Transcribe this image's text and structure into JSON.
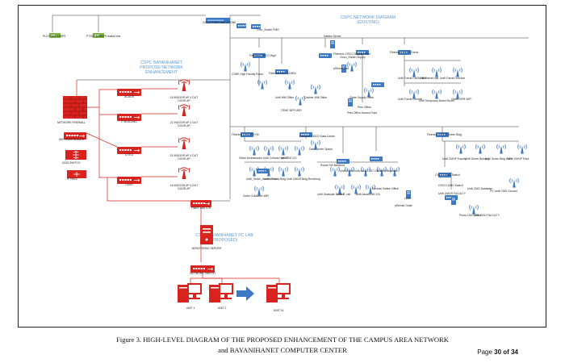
{
  "diagram": {
    "sections": {
      "existing": [
        "CSPC NETWORK DIAGRAM",
        "(EXISTING)"
      ],
      "proposed": [
        "CSPC BAYANIHANET",
        "PROPOSE NETWORK",
        "ENHANCEMENT"
      ],
      "pclab": [
        "CSPC BAYANIHANET PC LAB",
        "(PROPOSED)"
      ]
    },
    "isp": [
      {
        "label": "PLDT SME 10BPS"
      },
      {
        "label": "PTSET 50MBPS leased line"
      }
    ],
    "backbone": "CISCO FIBER BACKBONE",
    "core_switch": "Core_Switch FMO",
    "left_stack": {
      "firewall": "NETWORK FIREWALL",
      "wifi_controller": "WIFI CONTROLLER",
      "icns_switch": "ICNS SWITCH",
      "ip_pabx": "IP PABX"
    },
    "proposed_sites": [
      {
        "switch": "ACADS",
        "ap": "16 INDOOR AP 4 OUT DOOR AP"
      },
      {
        "switch": "IT BUILDING",
        "ap": "21 INDOOR AP 4 OUT DOOR AP"
      },
      {
        "switch": "CITED",
        "ap": "21 INDOOR AP 4 OUT DOOR AP"
      },
      {
        "switch": "CEAS",
        "ap": "16 INDOOR AP 4 OUT DOOR AP"
      }
    ],
    "fiber_switch": "FIBER SWITCH",
    "monitoring_server": "MONITORING SERVER",
    "network_switch": "NETWORK SWITCH",
    "units": [
      "UNIT 1",
      "UNIT 2",
      "UNIT 14"
    ],
    "existing_labels": [
      "Fiberbox CISCO High",
      "CSHE High Faculty Room",
      "Fiberbox DOCOSHEN",
      "Unifi Wifi Office",
      "Cashier Wifi Office",
      "OSHE-NPR WIFI",
      "Dalden Server",
      "pfSense Bell",
      "Fiberbox CISCO Supply Office",
      "Cisco_Switch Supply",
      "Globe Supply Office",
      "Pres Office",
      "Pres Office Access Point",
      "Fiberbox CISCO Fuerst",
      "Unifi Fuerst CMO Office",
      "Unifi Fuerst Hall",
      "Unifi Fuerst Function",
      "Unifi Fuerst Corridor",
      "Unifi Temporary Board Room",
      "Globe-NPR WIFI",
      "Fiberbox CISCO GYM",
      "Globe Ambassador",
      "Unifi Cultural Hall 1E",
      "Unifi CM 113",
      "Unifi_Globe_Access Point",
      "Unifi Ground Bldg",
      "Unifi CMGR Bldg Receiving",
      "Globe Guidance WiFi",
      "Fiberbox CISCO Data Center",
      "Data Center Space",
      "Router NS Backend",
      "Unifi Globe",
      "Unifi Asus2 1ST Office",
      "Unifi Repeater",
      "Unifi Graduate School",
      "Unifi IT Lab",
      "Unifi Asus8 OM 115",
      "Enclose Switch Office",
      "Linen",
      "pfSense Grate",
      "Fiberbox CISCO Green Bldg",
      "Unifi CMOP Faculty",
      "Unifi Green Building",
      "Unifi Green Bldg WiFi",
      "Unifi CMOP Floor",
      "CISCO-CMO Switch",
      "CISCO-DMO Switch",
      "Unifi UMGR FACULTY",
      "Unifi CMO Database",
      "PC Unifi CMO Ground",
      "Photo CMO Office",
      "Unifi CISO FACULTY"
    ]
  },
  "caption": {
    "line1": "Figure 3. HIGH-LEVEL DIAGRAM OF THE PROPOSED ENHANCEMENT OF THE CAMPUS AREA NETWORK",
    "line2": "and BAYANIHANET COMPUTER CENTER"
  },
  "page": {
    "prefix": "Page",
    "current": "30",
    "of": "of",
    "total": "34"
  }
}
